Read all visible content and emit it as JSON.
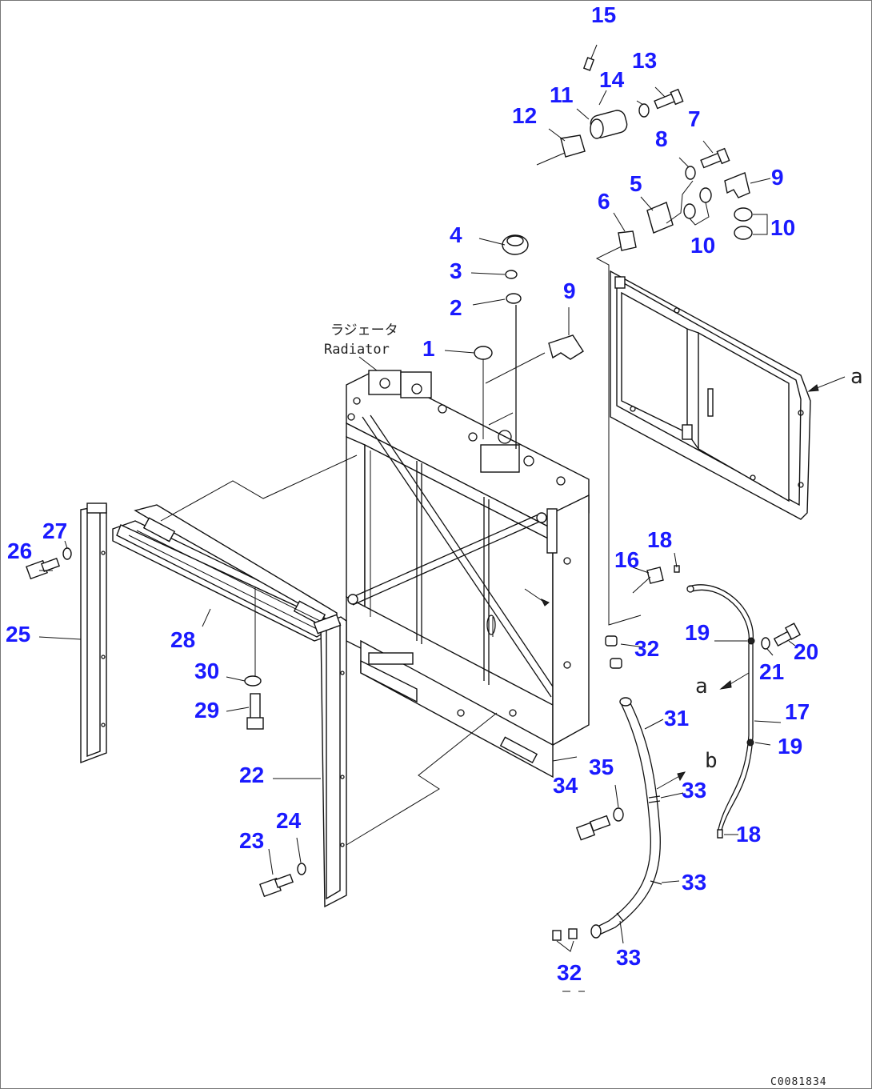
{
  "diagram": {
    "radiator_label_jp": "ラジェータ",
    "radiator_label_en": "Radiator",
    "drawing_code": "C0081834",
    "view_marks": [
      "a",
      "a",
      "b"
    ],
    "callouts": [
      {
        "id": "c15",
        "text": "15"
      },
      {
        "id": "c14",
        "text": "14"
      },
      {
        "id": "c13",
        "text": "13"
      },
      {
        "id": "c11",
        "text": "11"
      },
      {
        "id": "c12",
        "text": "12"
      },
      {
        "id": "c7",
        "text": "7"
      },
      {
        "id": "c8",
        "text": "8"
      },
      {
        "id": "c9a",
        "text": "9"
      },
      {
        "id": "c5",
        "text": "5"
      },
      {
        "id": "c6",
        "text": "6"
      },
      {
        "id": "c10a",
        "text": "10"
      },
      {
        "id": "c10b",
        "text": "10"
      },
      {
        "id": "c4",
        "text": "4"
      },
      {
        "id": "c3",
        "text": "3"
      },
      {
        "id": "c2",
        "text": "2"
      },
      {
        "id": "c9b",
        "text": "9"
      },
      {
        "id": "c1",
        "text": "1"
      },
      {
        "id": "c27",
        "text": "27"
      },
      {
        "id": "c26",
        "text": "26"
      },
      {
        "id": "c25",
        "text": "25"
      },
      {
        "id": "c28",
        "text": "28"
      },
      {
        "id": "c30",
        "text": "30"
      },
      {
        "id": "c29",
        "text": "29"
      },
      {
        "id": "c22",
        "text": "22"
      },
      {
        "id": "c24",
        "text": "24"
      },
      {
        "id": "c23",
        "text": "23"
      },
      {
        "id": "c18a",
        "text": "18"
      },
      {
        "id": "c16",
        "text": "16"
      },
      {
        "id": "c19a",
        "text": "19"
      },
      {
        "id": "c20",
        "text": "20"
      },
      {
        "id": "c21",
        "text": "21"
      },
      {
        "id": "c32a",
        "text": "32"
      },
      {
        "id": "c31",
        "text": "31"
      },
      {
        "id": "c17",
        "text": "17"
      },
      {
        "id": "c19b",
        "text": "19"
      },
      {
        "id": "c35",
        "text": "35"
      },
      {
        "id": "c34",
        "text": "34"
      },
      {
        "id": "c33a",
        "text": "33"
      },
      {
        "id": "c18b",
        "text": "18"
      },
      {
        "id": "c33b",
        "text": "33"
      },
      {
        "id": "c33c",
        "text": "33"
      },
      {
        "id": "c32b",
        "text": "32"
      }
    ]
  }
}
